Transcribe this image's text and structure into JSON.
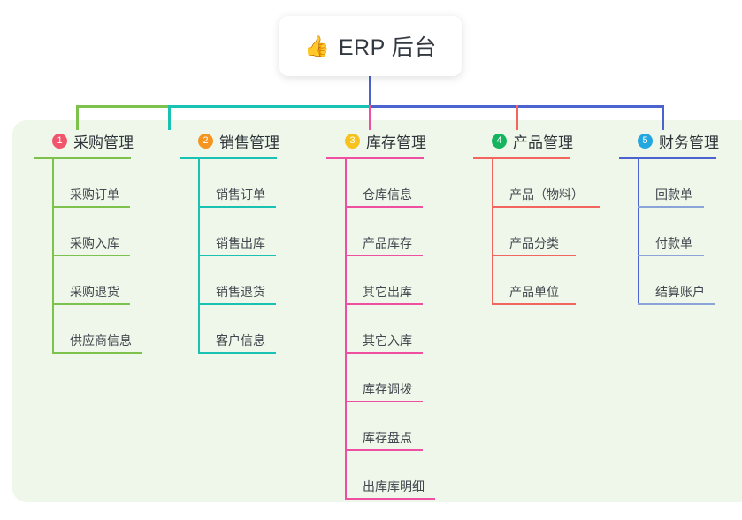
{
  "diagram": {
    "title": {
      "icon": "thumbs-up-icon",
      "emoji": "👍",
      "text": "ERP 后台"
    },
    "background_color": "#ffffff",
    "panel_color": "#eef7e9",
    "columns": [
      {
        "index": "1",
        "badge_color": "#f1556c",
        "line_color": "#7cc24c",
        "title": "采购管理",
        "items": [
          "采购订单",
          "采购入库",
          "采购退货",
          "供应商信息"
        ]
      },
      {
        "index": "2",
        "badge_color": "#f5941f",
        "line_color": "#19c2b3",
        "title": "销售管理",
        "items": [
          "销售订单",
          "销售出库",
          "销售退货",
          "客户信息"
        ]
      },
      {
        "index": "3",
        "badge_color": "#f6c21c",
        "line_color": "#ef4fa0",
        "title": "库存管理",
        "items": [
          "仓库信息",
          "产品库存",
          "其它出库",
          "其它入库",
          "库存调拨",
          "库存盘点",
          "出库库明细"
        ]
      },
      {
        "index": "4",
        "badge_color": "#16b45e",
        "line_color": "#f4655f",
        "title": "产品管理",
        "items": [
          "产品（物料）",
          "产品分类",
          "产品单位"
        ]
      },
      {
        "index": "5",
        "badge_color": "#22a7e0",
        "line_color": "#4a63cf",
        "title": "财务管理",
        "items": [
          "回款单",
          "付款单",
          "结算账户"
        ]
      }
    ],
    "connectors": {
      "trunk_color": "#4a63cf",
      "bus_segments": [
        {
          "color": "#7cc24c"
        },
        {
          "color": "#19c2b3"
        },
        {
          "color": "#4a63cf"
        }
      ]
    }
  }
}
